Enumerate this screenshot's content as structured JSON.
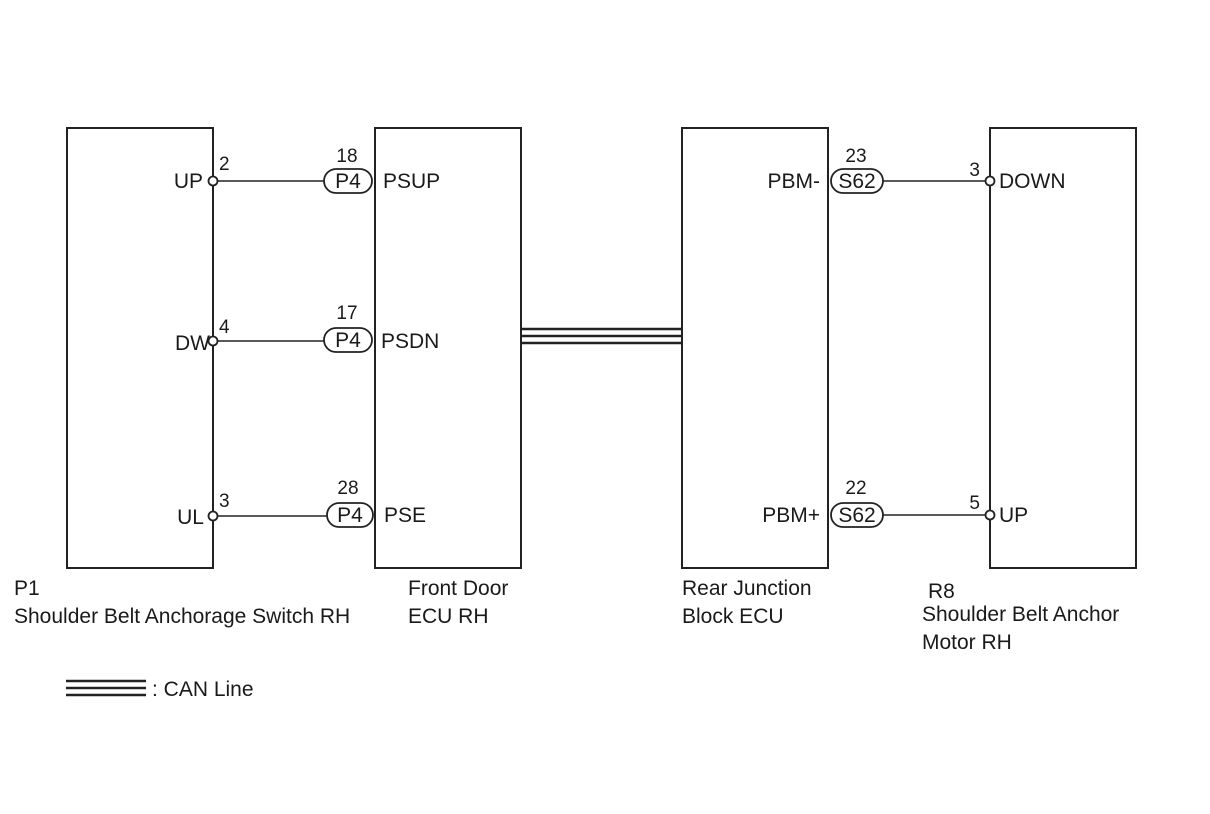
{
  "components": {
    "switch": {
      "id": "P1",
      "name": "Shoulder Belt Anchorage Switch RH"
    },
    "front_ecu": {
      "name_line1": "Front Door",
      "name_line2": "ECU RH"
    },
    "rear_ecu": {
      "name_line1": "Rear Junction",
      "name_line2": "Block ECU"
    },
    "motor": {
      "id": "R8",
      "name_line1": "Shoulder Belt Anchor",
      "name_line2": "Motor RH"
    }
  },
  "left_wires": [
    {
      "switch_label": "UP",
      "switch_pin": "2",
      "connector": "P4",
      "connector_pin": "18",
      "ecu_label": "PSUP"
    },
    {
      "switch_label": "DW",
      "switch_pin": "4",
      "connector": "P4",
      "connector_pin": "17",
      "ecu_label": "PSDN"
    },
    {
      "switch_label": "UL",
      "switch_pin": "3",
      "connector": "P4",
      "connector_pin": "28",
      "ecu_label": "PSE"
    }
  ],
  "right_wires": [
    {
      "ecu_label": "PBM-",
      "connector": "S62",
      "connector_pin": "23",
      "motor_pin": "3",
      "motor_label": "DOWN"
    },
    {
      "ecu_label": "PBM+",
      "connector": "S62",
      "connector_pin": "22",
      "motor_pin": "5",
      "motor_label": "UP"
    }
  ],
  "legend": {
    "can_line_label": ": CAN Line"
  }
}
